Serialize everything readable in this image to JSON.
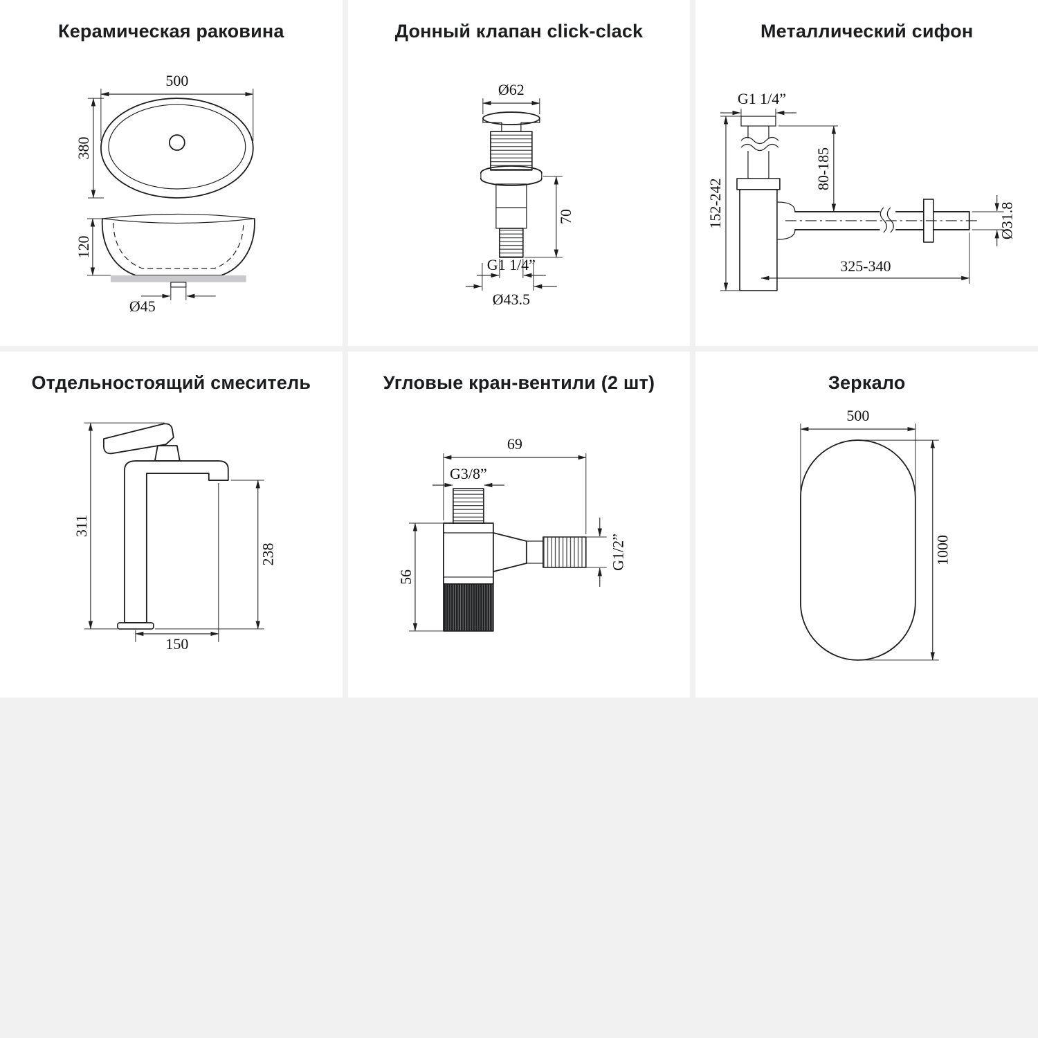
{
  "page": {
    "background": "#f1f1f2",
    "panel_background": "#ffffff",
    "line_color": "#1e1e20",
    "title_color": "#1b1c1e"
  },
  "panels": [
    {
      "id": "sink",
      "title": "Керамическая раковина",
      "dims": {
        "width": "500",
        "depth": "380",
        "height": "120",
        "drain": "Ø45"
      }
    },
    {
      "id": "drain-valve",
      "title": "Донный клапан click-clack",
      "dims": {
        "cap_diameter": "Ø62",
        "height": "70",
        "thread": "G1 1/4”",
        "body_diameter": "Ø43.5"
      }
    },
    {
      "id": "siphon",
      "title": "Металлический сифон",
      "dims": {
        "thread": "G1 1/4”",
        "height_range": "152-242",
        "inlet_range": "80-185",
        "pipe_diameter": "Ø31.8",
        "length_range": "325-340"
      }
    },
    {
      "id": "mixer",
      "title": "Отдельностоящий смеситель",
      "dims": {
        "height": "311",
        "spout_height": "238",
        "reach": "150"
      }
    },
    {
      "id": "angle-valve",
      "title": "Угловые кран-вентили (2 шт)",
      "dims": {
        "length": "69",
        "inlet_thread": "G3/8”",
        "height": "56",
        "outlet_thread": "G1/2”"
      }
    },
    {
      "id": "mirror",
      "title": "Зеркало",
      "dims": {
        "width": "500",
        "height": "1000"
      }
    }
  ]
}
